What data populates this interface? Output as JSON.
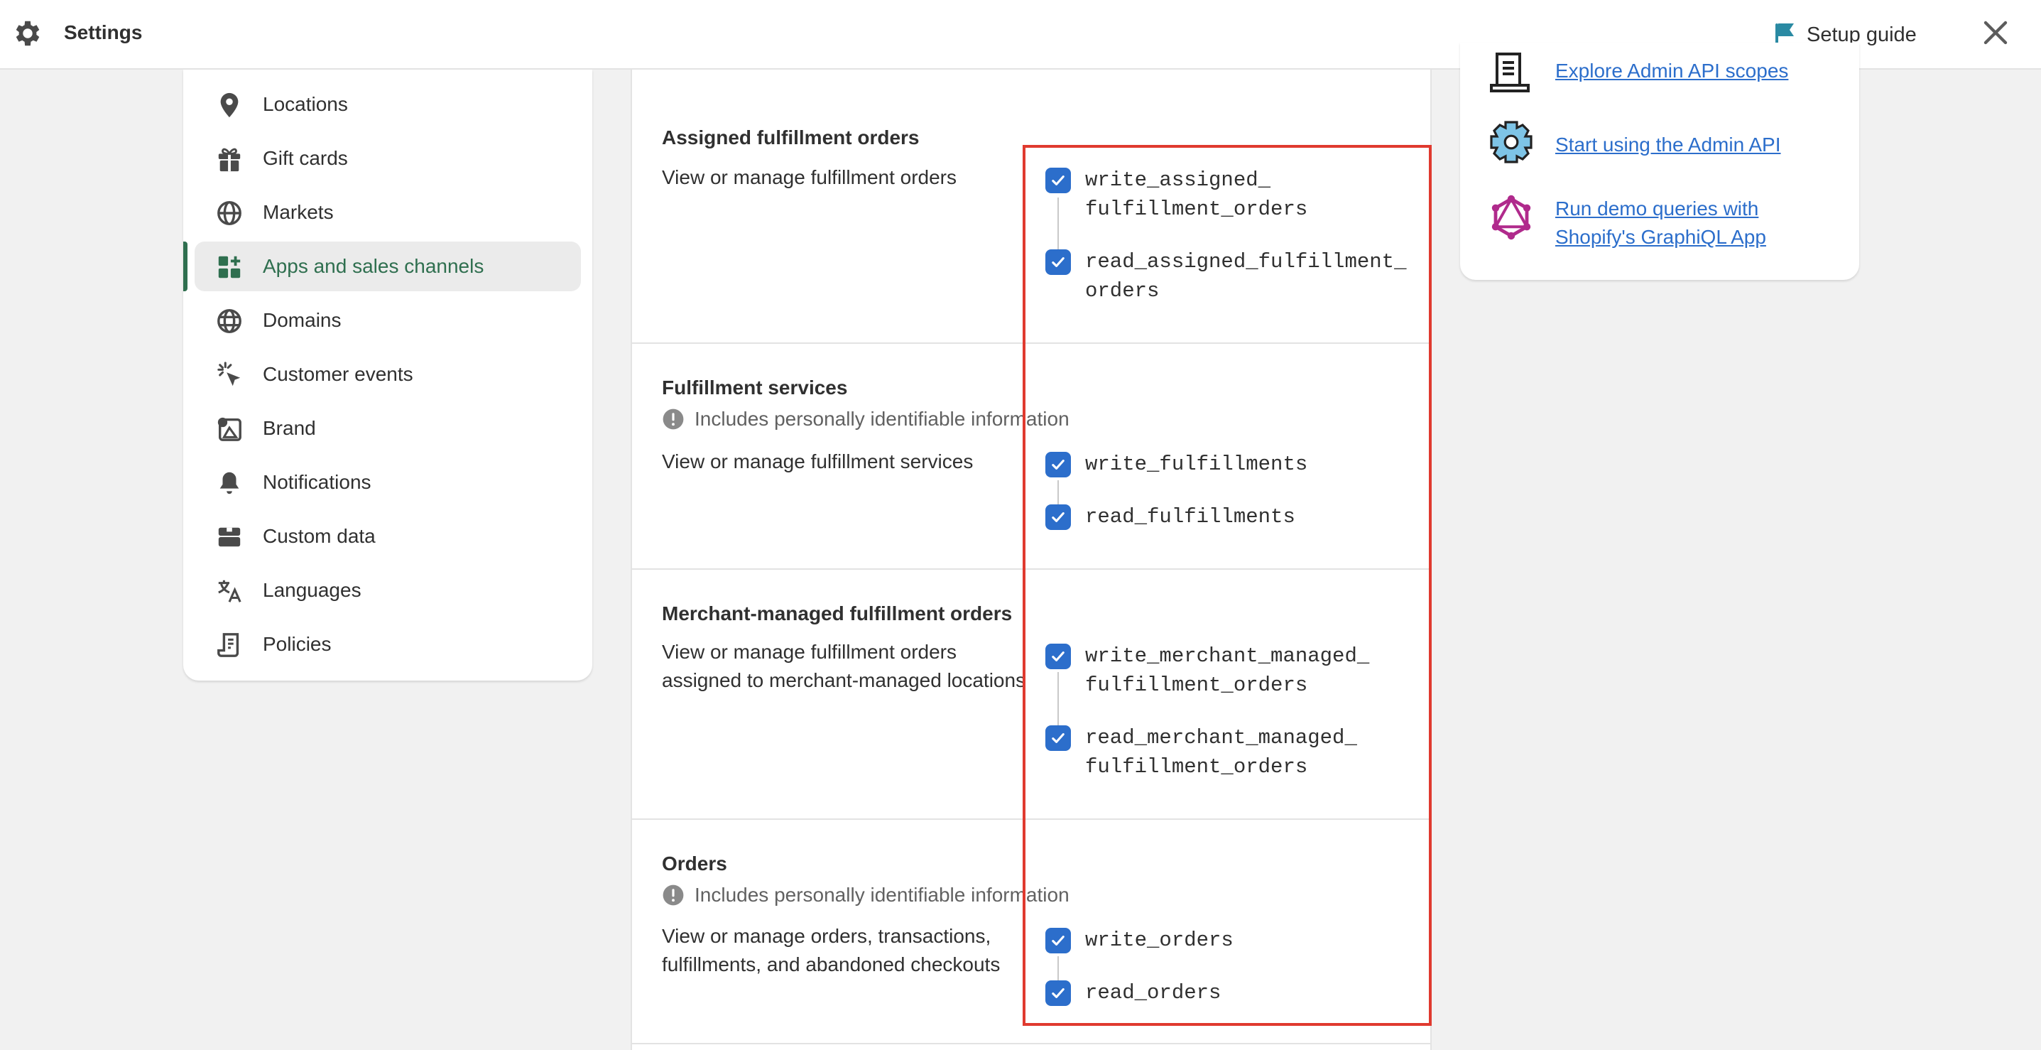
{
  "topbar": {
    "title": "Settings",
    "setup_guide": "Setup guide"
  },
  "sidebar": {
    "items": [
      {
        "label": "Locations",
        "icon": "location-pin-icon"
      },
      {
        "label": "Gift cards",
        "icon": "gift-icon"
      },
      {
        "label": "Markets",
        "icon": "globe-icon"
      },
      {
        "label": "Apps and sales channels",
        "icon": "apps-icon",
        "active": true
      },
      {
        "label": "Domains",
        "icon": "domains-globe-icon"
      },
      {
        "label": "Customer events",
        "icon": "cursor-click-icon"
      },
      {
        "label": "Brand",
        "icon": "brand-icon"
      },
      {
        "label": "Notifications",
        "icon": "bell-icon"
      },
      {
        "label": "Custom data",
        "icon": "database-icon"
      },
      {
        "label": "Languages",
        "icon": "translate-icon"
      },
      {
        "label": "Policies",
        "icon": "scroll-icon"
      }
    ]
  },
  "sections": [
    {
      "title": "Assigned fulfillment orders",
      "description": "View or manage fulfillment orders",
      "scopes": [
        "write_assigned_\nfulfillment_orders",
        "read_assigned_fulfillment_\norders"
      ]
    },
    {
      "title": "Fulfillment services",
      "pii": "Includes personally identifiable information",
      "description": "View or manage fulfillment services",
      "scopes": [
        "write_fulfillments",
        "read_fulfillments"
      ]
    },
    {
      "title": "Merchant-managed fulfillment orders",
      "description": "View or manage fulfillment orders assigned to merchant-managed locations",
      "scopes": [
        "write_merchant_managed_\nfulfillment_orders",
        "read_merchant_managed_\nfulfillment_orders"
      ]
    },
    {
      "title": "Orders",
      "pii": "Includes personally identifiable information",
      "description": "View or manage orders, transactions, fulfillments, and abandoned checkouts",
      "scopes": [
        "write_orders",
        "read_orders"
      ]
    }
  ],
  "resources": {
    "links": [
      {
        "label": "Explore Admin API scopes",
        "icon": "document-icon"
      },
      {
        "label": "Start using the Admin API",
        "icon": "gear-pixel-icon"
      },
      {
        "label": "Run demo queries with Shopify's GraphiQL App",
        "icon": "graphql-icon"
      }
    ]
  },
  "colors": {
    "accent_green": "#2f6f4f",
    "checkbox_blue": "#2c6ecb",
    "link_blue": "#2c6ecb",
    "highlight_red": "#e03a2f"
  }
}
